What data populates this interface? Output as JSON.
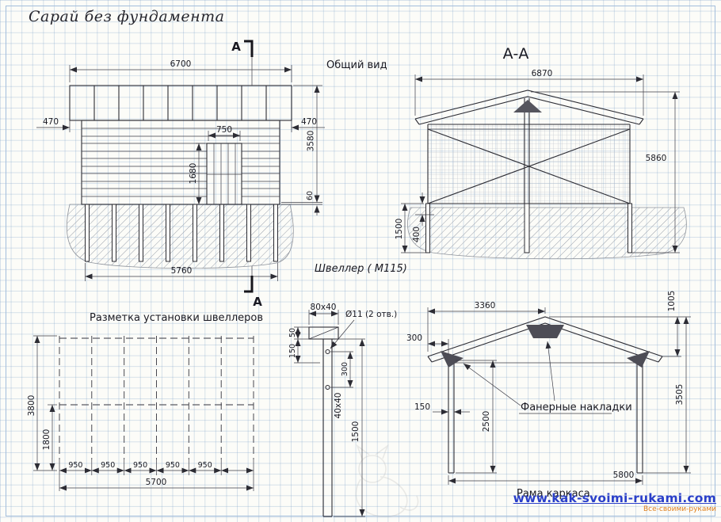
{
  "page": {
    "title": "Сарай без фундамента"
  },
  "front": {
    "label": "Общий вид",
    "section_marker": "А",
    "dims": {
      "top_width": "6700",
      "overhang": "470",
      "door_width": "750",
      "door_height": "1680",
      "height": "3580",
      "base_gap": "60",
      "bottom_width": "5760"
    }
  },
  "section": {
    "title": "А-А",
    "dims": {
      "top_width": "6870",
      "total_height": "5860",
      "post_depth": "1500",
      "post_step": "400"
    }
  },
  "layout": {
    "label": "Разметка установки швеллеров",
    "dims": {
      "depth": "3800",
      "inner_depth": "1800",
      "spacing": "950",
      "total_width": "5700"
    }
  },
  "channel": {
    "label": "Швеллер ( М115)",
    "dims": {
      "profile": "80х40",
      "top_offset": "50",
      "upper_offset": "150",
      "hole": "Ø11 (2 отв.)",
      "hole_spacing": "300",
      "post_profile": "40х40",
      "length": "1500"
    }
  },
  "frame": {
    "label": "Рама каркаса",
    "note": "Фанерные накладки",
    "dims": {
      "half_span": "3360",
      "rise": "1005",
      "overhang": "300",
      "post_width": "150",
      "post_height": "2500",
      "total_height": "3505",
      "span": "5800"
    }
  },
  "watermark": {
    "url": "www.kak-svoimi-rukami.com",
    "tagline": "Все-своими-руками"
  }
}
